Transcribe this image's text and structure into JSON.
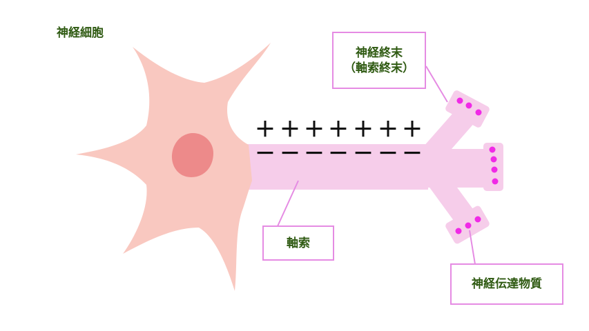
{
  "title": "神経細胞",
  "labels": {
    "terminal_line1": "神経終末",
    "terminal_line2": "（軸索終末）",
    "axon": "軸索",
    "neurotransmitter": "神経伝達物質"
  },
  "charges": {
    "positive": [
      "＋",
      "＋",
      "＋",
      "＋",
      "＋",
      "＋",
      "＋"
    ],
    "negative": [
      "－",
      "－",
      "－",
      "－",
      "－",
      "－",
      "－"
    ]
  },
  "colors": {
    "cell_body": "#f9c8c0",
    "nucleus": "#ed8a8a",
    "axon": "#f6cdea",
    "vesicle": "#f02ae6",
    "box_border": "#e58be3",
    "label_text": "#2f5a12",
    "charge_text": "#111111"
  }
}
